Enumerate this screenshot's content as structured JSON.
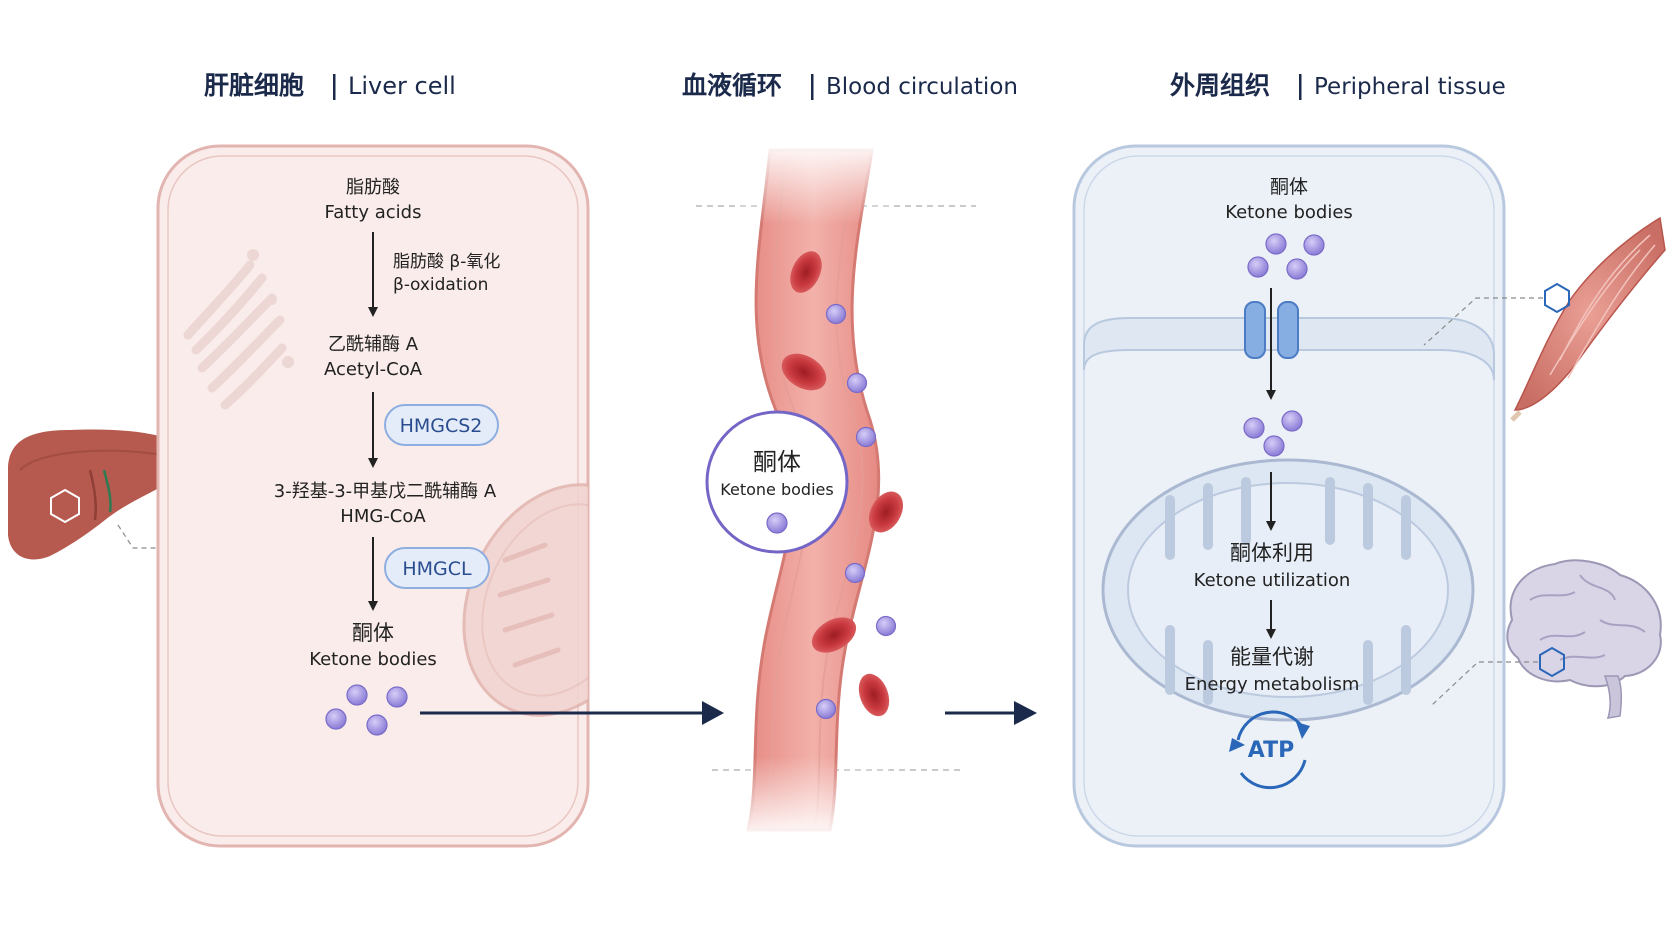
{
  "sections": [
    {
      "title_cn": "肝脏细胞",
      "title_en": "Liver cell"
    },
    {
      "title_cn": "血液循环",
      "title_en": "Blood circulation"
    },
    {
      "title_cn": "外周组织",
      "title_en": "Peripheral tissue"
    }
  ],
  "liver": {
    "fatty_acids_cn": "脂肪酸",
    "fatty_acids_en": "Fatty acids",
    "beta_ox_cn": "脂肪酸 β-氧化",
    "beta_ox_en": "β-oxidation",
    "acetyl_cn": "乙酰辅酶 A",
    "acetyl_en": "Acetyl-CoA",
    "enzyme1": "HMGCS2",
    "hmg_cn": "3-羟基-3-甲基戊二酰辅酶 A",
    "hmg_en": "HMG-CoA",
    "enzyme2": "HMGCL",
    "ketone_cn": "酮体",
    "ketone_en": "Ketone bodies"
  },
  "blood": {
    "ketone_cn": "酮体",
    "ketone_en": "Ketone bodies"
  },
  "peripheral": {
    "ketone_cn": "酮体",
    "ketone_en": "Ketone bodies",
    "util_cn": "酮体利用",
    "util_en": "Ketone utilization",
    "energy_cn": "能量代谢",
    "energy_en": "Energy metabolism",
    "atp": "ATP"
  },
  "colors": {
    "navy": "#1b2a4a",
    "liver_cell_fill": "#f9ecea",
    "liver_cell_stroke": "#e2b5b0",
    "vessel_red": "#d9605c",
    "rbc": "#c9363a",
    "ketone_purple": "#9d8fe0",
    "tissue_fill": "#ecf1f8",
    "tissue_stroke": "#b8c8df",
    "enzyme_fill": "#e4ecfa",
    "enzyme_stroke": "#8eaee0",
    "enzyme_text": "#2a4d8f",
    "atp_blue": "#2b67b8"
  }
}
